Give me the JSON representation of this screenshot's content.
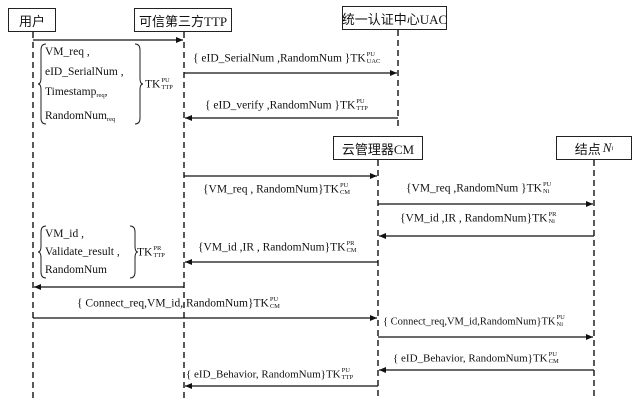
{
  "actors": [
    {
      "id": "user",
      "label": "用户"
    },
    {
      "id": "ttp",
      "label": "可信第三方TTP"
    },
    {
      "id": "uac",
      "label": "统一认证中心UAC"
    },
    {
      "id": "cm",
      "label": "云管理器CM"
    },
    {
      "id": "node",
      "label": "结点",
      "label_suffix": "N",
      "label_suffix_sub": "i"
    }
  ],
  "groups": [
    {
      "items": [
        "VM_req ,",
        "eID_SerialNum ,",
        "Timestamp",
        "RandomNum"
      ],
      "item_subs": [
        "",
        "",
        "req",
        "req"
      ],
      "item_tails": [
        "",
        "",
        ",",
        ""
      ],
      "key": "TK",
      "key_sup": "PU",
      "key_sub": "TTP"
    },
    {
      "items": [
        "VM_id ,",
        "Validate_result ,",
        "RandomNum"
      ],
      "key": "TK",
      "key_sup": "PR",
      "key_sub": "TTP"
    }
  ],
  "messages": [
    {
      "from": "user",
      "to": "ttp",
      "text": "",
      "key_sup": "",
      "key_sub": ""
    },
    {
      "from": "ttp",
      "to": "uac",
      "text": "{ eID_SerialNum ,RandomNum }TK",
      "key_sup": "PU",
      "key_sub": "UAC"
    },
    {
      "from": "uac",
      "to": "ttp",
      "text": "{ eID_verify ,RandomNum }TK",
      "key_sup": "PU",
      "key_sub": "TTP"
    },
    {
      "from": "ttp",
      "to": "cm",
      "text": "{VM_req , RandomNum}TK",
      "key_sup": "PU",
      "key_sub": "CM"
    },
    {
      "from": "cm",
      "to": "node",
      "text": "{VM_req ,RandomNum }TK",
      "key_sup": "PU",
      "key_sub": "Ni"
    },
    {
      "from": "node",
      "to": "cm",
      "text": "{VM_id ,IR , RandomNum}TK",
      "key_sup": "PR",
      "key_sub": "Ni"
    },
    {
      "from": "cm",
      "to": "ttp",
      "text": "{VM_id ,IR , RandomNum}TK",
      "key_sup": "PR",
      "key_sub": "CM"
    },
    {
      "from": "ttp",
      "to": "user",
      "text": "",
      "key_sup": "",
      "key_sub": ""
    },
    {
      "from": "user",
      "to": "cm",
      "text": "{ Connect_req,VM_id, RandomNum}TK",
      "key_sup": "PU",
      "key_sub": "CM"
    },
    {
      "from": "cm",
      "to": "node",
      "text": "{ Connect_req,VM_id,RandomNum}TK",
      "key_sup": "PU",
      "key_sub": "Ni"
    },
    {
      "from": "node",
      "to": "cm",
      "text": "{ eID_Behavior, RandomNum}TK",
      "key_sup": "PU",
      "key_sub": "CM"
    },
    {
      "from": "cm",
      "to": "ttp",
      "text": "{ eID_Behavior, RandomNum}TK",
      "key_sup": "PU",
      "key_sub": "TTP"
    }
  ]
}
